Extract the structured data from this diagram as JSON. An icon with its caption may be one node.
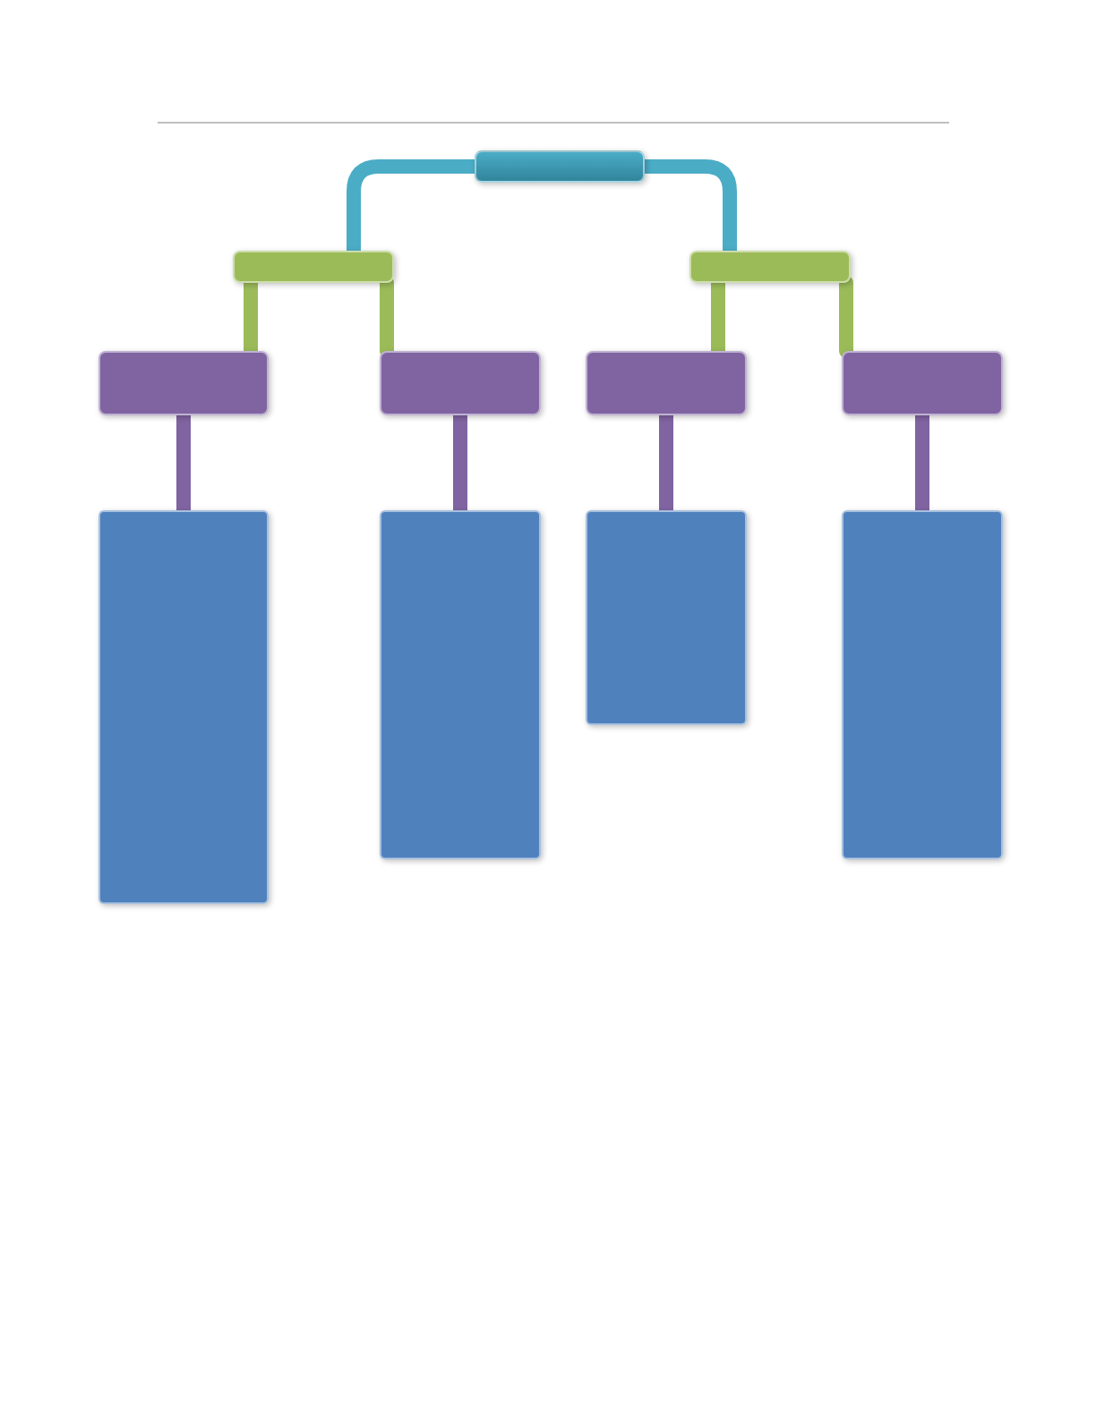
{
  "diagram": {
    "nodes": [
      {
        "text": [],
        "shape": "box"
      },
      {
        "text": [],
        "shape": "box"
      },
      {
        "text": [],
        "shape": "box"
      },
      {
        "text": [],
        "shape": "box"
      },
      {
        "text": [],
        "shape": "box"
      },
      {
        "text": [],
        "shape": "box"
      },
      {
        "text": [],
        "shape": "box"
      },
      {
        "text": [],
        "shape": "box"
      },
      {
        "text": [],
        "shape": "box"
      },
      {
        "text": [],
        "shape": "box"
      },
      {
        "text": [],
        "shape": "box"
      }
    ],
    "edges": [
      {
        "from": 0,
        "to": 1,
        "arrow": "none",
        "color": "#4bacc6"
      },
      {
        "from": 0,
        "to": 2,
        "arrow": "none",
        "color": "#4bacc6"
      },
      {
        "from": 1,
        "to": 3,
        "arrow": "none",
        "color": "#9bbb59"
      },
      {
        "from": 1,
        "to": 4,
        "arrow": "none",
        "color": "#9bbb59"
      },
      {
        "from": 2,
        "to": 5,
        "arrow": "none",
        "color": "#9bbb59"
      },
      {
        "from": 2,
        "to": 6,
        "arrow": "none",
        "color": "#9bbb59"
      },
      {
        "from": 3,
        "to": 7,
        "arrow": "none",
        "color": "#8064a2"
      },
      {
        "from": 4,
        "to": 8,
        "arrow": "none",
        "color": "#8064a2"
      },
      {
        "from": 5,
        "to": 9,
        "arrow": "none",
        "color": "#8064a2"
      },
      {
        "from": 6,
        "to": 10,
        "arrow": "none",
        "color": "#8064a2"
      }
    ]
  }
}
